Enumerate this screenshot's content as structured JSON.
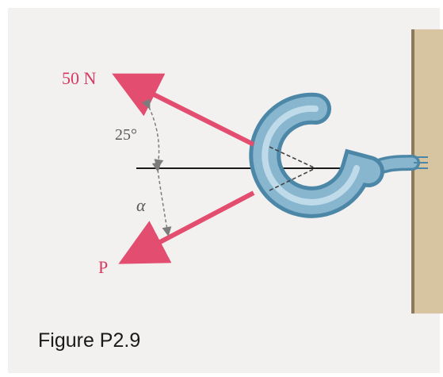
{
  "figure": {
    "caption": "Figure P2.9",
    "labels": {
      "force_top": "50 N",
      "angle_top": "25°",
      "angle_bottom": "α",
      "force_bottom": "P"
    }
  },
  "colors": {
    "background": "#f2f1ef",
    "force_arrow": "#e34d6f",
    "force_text": "#d63a63",
    "hook_fill": "#88b6cf",
    "hook_dark": "#4d87a8",
    "wall_fill": "#d7c4a0",
    "wall_edge": "#8c7a5d",
    "axis_line": "#1a1a1a",
    "angle_text": "#5a5a5a"
  },
  "icons": {
    "hook": "eye-hook-icon",
    "wall": "wall-icon",
    "arrow": "arrow-icon"
  }
}
